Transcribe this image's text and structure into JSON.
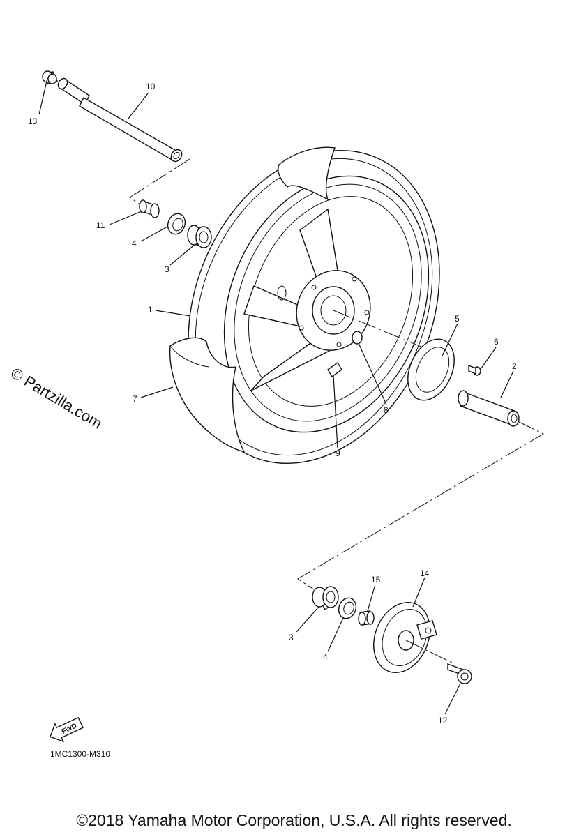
{
  "diagram": {
    "callouts": [
      {
        "id": "c13",
        "text": "13"
      },
      {
        "id": "c10",
        "text": "10"
      },
      {
        "id": "c11",
        "text": "11"
      },
      {
        "id": "c4a",
        "text": "4"
      },
      {
        "id": "c3a",
        "text": "3"
      },
      {
        "id": "c1",
        "text": "1"
      },
      {
        "id": "c7",
        "text": "7"
      },
      {
        "id": "c5",
        "text": "5"
      },
      {
        "id": "c6",
        "text": "6"
      },
      {
        "id": "c2",
        "text": "2"
      },
      {
        "id": "c8",
        "text": "8"
      },
      {
        "id": "c9",
        "text": "9"
      },
      {
        "id": "c15",
        "text": "15"
      },
      {
        "id": "c14",
        "text": "14"
      },
      {
        "id": "c3b",
        "text": "3"
      },
      {
        "id": "c4b",
        "text": "4"
      },
      {
        "id": "c12",
        "text": "12"
      }
    ],
    "fwd_label": "FWD",
    "diagram_code": "1MC1300-M310",
    "watermark": "© Partzilla.com",
    "copyright": "©2018 Yamaha Motor Corporation, U.S.A. All rights reserved."
  }
}
